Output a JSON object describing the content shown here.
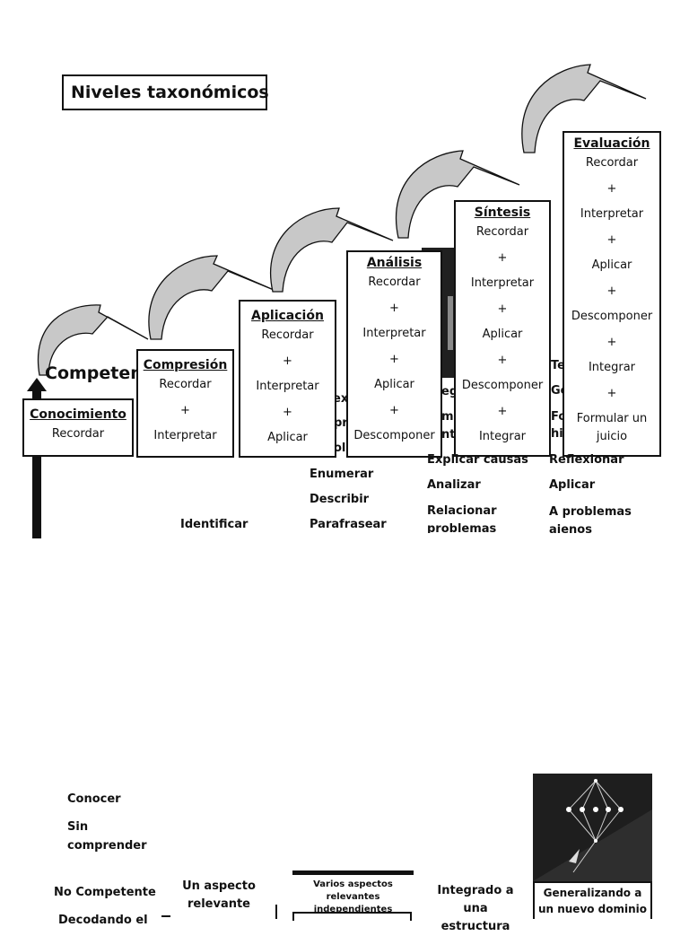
{
  "title": "Niveles taxonómicos",
  "competence_label": "Competen",
  "levels": [
    {
      "heading": "Conocimiento",
      "lines": [
        "Recordar"
      ]
    },
    {
      "heading": "Compresión",
      "lines": [
        "Recordar",
        "+",
        "Interpretar"
      ]
    },
    {
      "heading": "Aplicación",
      "lines": [
        "Recordar",
        "+",
        "Interpretar",
        "+",
        "Aplicar"
      ]
    },
    {
      "heading": "Análisis",
      "lines": [
        "Recordar",
        "+",
        "Interpretar",
        "+",
        "Aplicar",
        "+",
        "Descomponer"
      ]
    },
    {
      "heading": "Síntesis",
      "lines": [
        "Recordar",
        "+",
        "Interpretar",
        "+",
        "Aplicar",
        "+",
        "Descomponer",
        "+",
        "Integrar"
      ]
    },
    {
      "heading": "Evaluación",
      "lines": [
        "Recordar",
        "+",
        "Interpretar",
        "+",
        "Aplicar",
        "+",
        "Descomponer",
        "+",
        "Integrar",
        "+",
        "Formular un juicio"
      ]
    }
  ],
  "verbs": {
    "col2": [
      "Identificar"
    ],
    "col3": [
      "Enumerar",
      "Describir",
      "Parafrasear"
    ],
    "col4": [
      "Explicar causas",
      "Analizar",
      "Relacionar problemas"
    ],
    "col5": [
      "Reflexionar",
      "Aplicar",
      "A problemas ajenos"
    ]
  },
  "partial_fragments": {
    "col3": [
      "ex",
      "pr",
      "ol"
    ],
    "col4": [
      "eg",
      "m",
      "nt"
    ],
    "col5": [
      "Te",
      "Ge",
      "Fo",
      "hip"
    ]
  },
  "bottom": {
    "conocer": "Conocer",
    "sin_comprender": "Sin comprender",
    "no_competente": "No Competente",
    "cut_text": "Decodando el",
    "un_aspecto": "Un aspecto relevante",
    "varios": "Varios aspectos relevantes independientes",
    "integrado": "Integrado a una estructura",
    "generalizando": "Generalizando a un nuevo dominio"
  }
}
